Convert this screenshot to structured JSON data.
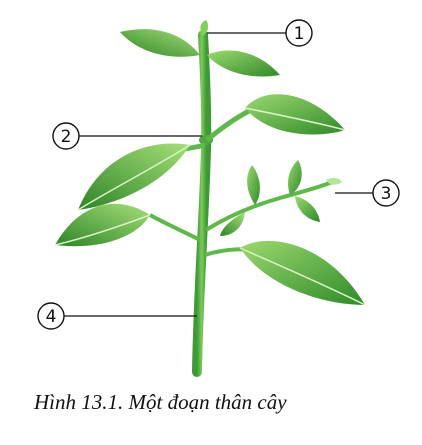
{
  "caption": "Hình 13.1. Một đoạn thân cây",
  "callouts": [
    {
      "id": "callout-1",
      "label": "1"
    },
    {
      "id": "callout-2",
      "label": "2"
    },
    {
      "id": "callout-3",
      "label": "3"
    },
    {
      "id": "callout-4",
      "label": "4"
    }
  ],
  "colors": {
    "stem": "#5fb84a",
    "leaf_dark": "#2f8a2a",
    "leaf_light": "#8fd06a",
    "line": "#111111"
  },
  "icons": [
    "plant-stem-illustration"
  ]
}
